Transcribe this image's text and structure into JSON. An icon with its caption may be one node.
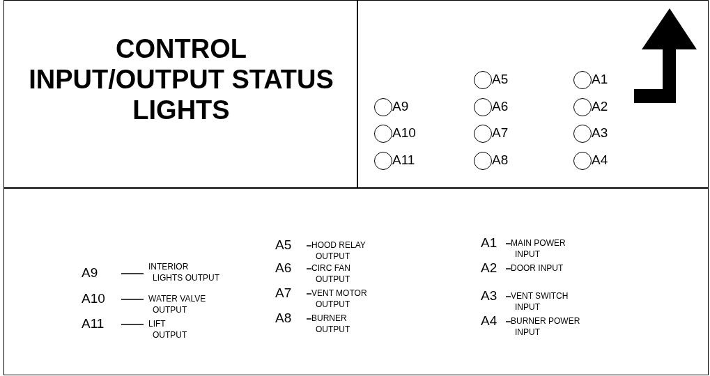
{
  "diagram": {
    "title": "CONTROL INPUT/OUTPUT STATUS LIGHTS",
    "nodes": [
      {
        "text": [],
        "shape": "circle",
        "beside": [
          "A9"
        ]
      },
      {
        "text": [],
        "shape": "circle",
        "beside": [
          "A10"
        ]
      },
      {
        "text": [],
        "shape": "circle",
        "beside": [
          "A11"
        ]
      },
      {
        "text": [],
        "shape": "circle",
        "beside": [
          "A5"
        ]
      },
      {
        "text": [],
        "shape": "circle",
        "beside": [
          "A6"
        ]
      },
      {
        "text": [],
        "shape": "circle",
        "beside": [
          "A7"
        ]
      },
      {
        "text": [],
        "shape": "circle",
        "beside": [
          "A8"
        ]
      },
      {
        "text": [],
        "shape": "circle",
        "beside": [
          "A1"
        ]
      },
      {
        "text": [],
        "shape": "circle",
        "beside": [
          "A2"
        ]
      },
      {
        "text": [],
        "shape": "circle",
        "beside": [
          "A3"
        ]
      },
      {
        "text": [],
        "shape": "circle",
        "beside": [
          "A4"
        ]
      },
      {
        "text": [
          "A9"
        ]
      },
      {
        "text": [
          "INTERIOR LIGHTS OUTPUT"
        ]
      },
      {
        "text": [
          "A10"
        ]
      },
      {
        "text": [
          "WATER VALVE OUTPUT"
        ]
      },
      {
        "text": [
          "A11"
        ]
      },
      {
        "text": [
          "LIFT OUTPUT"
        ]
      },
      {
        "text": [
          "A5"
        ]
      },
      {
        "text": [
          "HOOD RELAY OUTPUT"
        ]
      },
      {
        "text": [
          "A6"
        ]
      },
      {
        "text": [
          "CIRC FAN OUTPUT"
        ]
      },
      {
        "text": [
          "A7"
        ]
      },
      {
        "text": [
          "VENT MOTOR OUTPUT"
        ]
      },
      {
        "text": [
          "A8"
        ]
      },
      {
        "text": [
          "BURNER OUTPUT"
        ]
      },
      {
        "text": [
          "A1"
        ]
      },
      {
        "text": [
          "MAIN POWER INPUT"
        ]
      },
      {
        "text": [
          "A2"
        ]
      },
      {
        "text": [
          "DOOR INPUT"
        ]
      },
      {
        "text": [
          "A3"
        ]
      },
      {
        "text": [
          "VENT SWITCH INPUT"
        ]
      },
      {
        "text": [
          "A4"
        ]
      },
      {
        "text": [
          "BURNER POWER INPUT"
        ]
      }
    ],
    "edges": [
      {
        "from": 11,
        "to": 12,
        "arrow": "none"
      },
      {
        "from": 13,
        "to": 14,
        "arrow": "none"
      },
      {
        "from": 15,
        "to": 16,
        "arrow": "none"
      },
      {
        "from": 17,
        "to": 18,
        "arrow": "none"
      },
      {
        "from": 19,
        "to": 20,
        "arrow": "none"
      },
      {
        "from": 21,
        "to": 22,
        "arrow": "none"
      },
      {
        "from": 23,
        "to": 24,
        "arrow": "none"
      },
      {
        "from": 25,
        "to": 26,
        "arrow": "none"
      },
      {
        "from": 27,
        "to": 28,
        "arrow": "none"
      },
      {
        "from": 29,
        "to": 30,
        "arrow": "none"
      },
      {
        "from": 31,
        "to": 32,
        "arrow": "none"
      }
    ]
  }
}
